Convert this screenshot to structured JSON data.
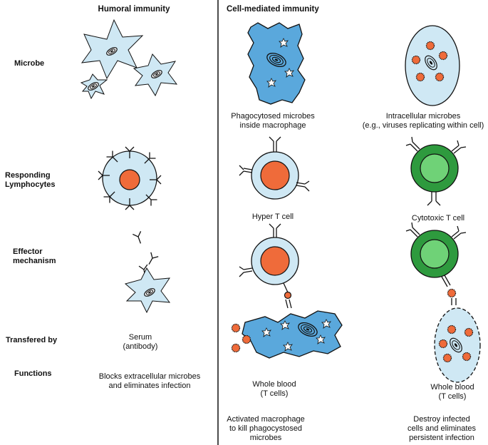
{
  "columns": {
    "humoral": "Humoral immunity",
    "cell_mediated": "Cell-mediated immunity"
  },
  "rows": {
    "microbe": "Microbe",
    "responding": "Responding\nLymphocytes",
    "effector": "Effector\nmechanism",
    "transferred": "Transfered by",
    "functions": "Functions"
  },
  "labels": {
    "phagocytosed": "Phagocytosed microbes\ninside macrophage",
    "intracellular": "Intracellular microbes\n(e.g., viruses replicating within cell)",
    "helper": "Hyper T cell",
    "cytotoxic": "Cytotoxic T cell"
  },
  "transferred": {
    "humoral": "Serum\n(antibody)",
    "helper": "Whole blood\n(T cells)",
    "cytotoxic": "Whole blood\n(T cells)"
  },
  "functions": {
    "humoral": "Blocks extracellular microbes\nand eliminates infection",
    "helper": "Activated macrophage\nto kill phagocystosed\nmicrobes",
    "cytotoxic": "Destroy infected\ncells and eliminates\npersistent infection"
  },
  "colors": {
    "light_blue": "#cfe8f4",
    "macrophage_blue": "#5aa8dc",
    "orange": "#ef6b3a",
    "dark_green": "#2e9a3e",
    "light_green": "#6fd277",
    "outline": "#111111"
  }
}
